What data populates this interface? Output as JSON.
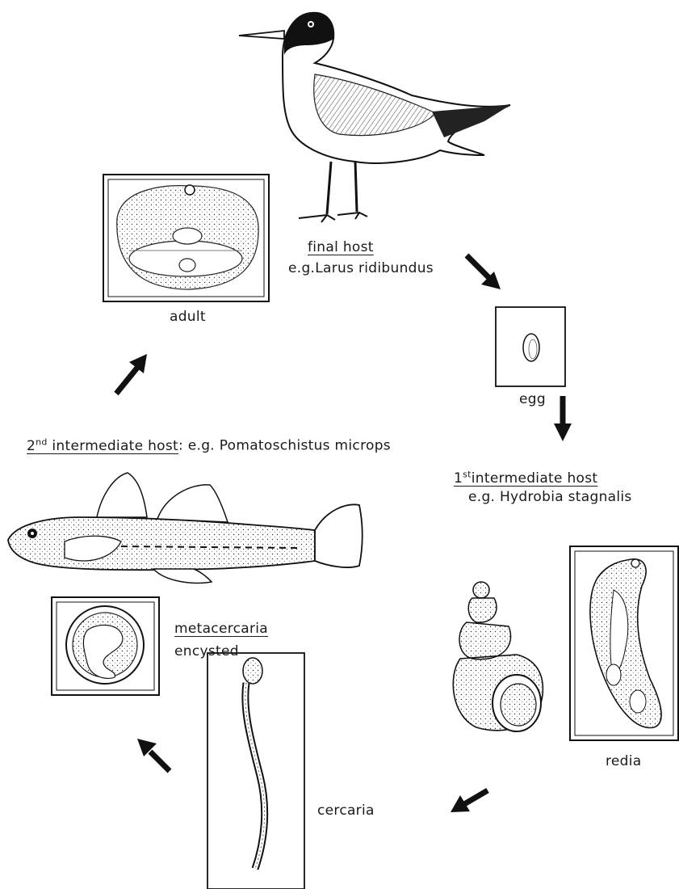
{
  "final_host": {
    "heading": "final host",
    "example": "e.g.Larus ridibundus"
  },
  "stages": {
    "adult": "adult",
    "egg": "egg",
    "redia": "redia",
    "cercaria": "cercaria",
    "metacercaria": "metacercaria",
    "metacercaria_state": "encysted"
  },
  "first_host": {
    "ordinal": "1",
    "ordinal_suffix": "st",
    "heading": "intermediate host",
    "example": "e.g. Hydrobia stagnalis"
  },
  "second_host": {
    "ordinal": "2",
    "ordinal_suffix": "nd",
    "heading": "intermediate host",
    "example": ": e.g. Pomatoschistus microps"
  }
}
